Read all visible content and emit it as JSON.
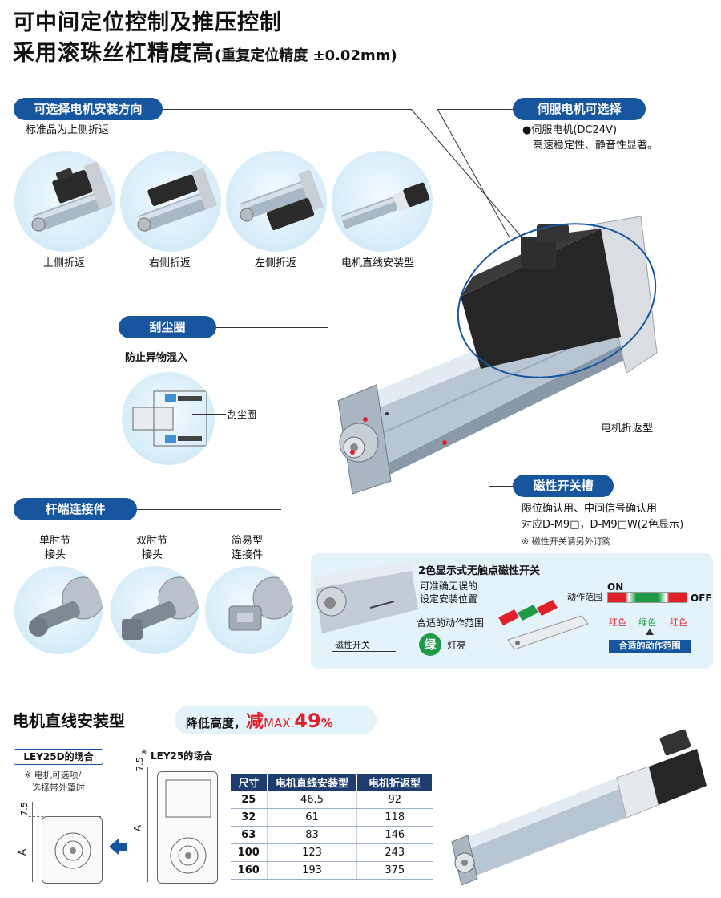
{
  "header": {
    "line1": "可中间定位控制及推压控制",
    "line2_main": "采用滚珠丝杠精度高",
    "line2_small": "(重复定位精度 ±0.02mm)"
  },
  "mounting": {
    "title": "可选择电机安装方向",
    "subtitle": "标准品为上侧折返",
    "options": [
      "上侧折返",
      "右侧折返",
      "左侧折返",
      "电机直线安装型"
    ]
  },
  "servo": {
    "title": "伺服电机可选择",
    "bullet": "●伺服电机(DC24V)",
    "desc": "高速稳定性、静音性显著。"
  },
  "wiper": {
    "title": "刮尘圈",
    "subtitle": "防止异物混入",
    "label": "刮尘圈"
  },
  "main_label": "电机折返型",
  "rod_end": {
    "title": "杆端连接件",
    "items": [
      {
        "line1": "单肘节",
        "line2": "接头"
      },
      {
        "line1": "双肘节",
        "line2": "接头"
      },
      {
        "line1": "简易型",
        "line2": "连接件"
      }
    ]
  },
  "slot": {
    "title": "磁性开关槽",
    "line1": "限位确认用、中间信号确认用",
    "line2": "对应D-M9□，D-M9□W(2色显示)",
    "note": "※ 磁性开关请另外订购"
  },
  "switch_panel": {
    "title": "2色显示式无触点磁性开关",
    "desc1": "可准确无误的",
    "desc2": "设定安装位置",
    "range_label": "合适的动作范围",
    "green_char": "绿",
    "lamp": "灯亮",
    "switch_label": "磁性开关",
    "action_range": "动作范围",
    "on": "ON",
    "off": "OFF",
    "red": "红色",
    "green": "绿色",
    "bottom_label": "合适的动作范围"
  },
  "inline": {
    "title": "电机直线安装型",
    "reduce_prefix": "降低高度，",
    "reduce_big": "减",
    "reduce_max": "MAX.",
    "reduce_num": "49",
    "reduce_pct": "%",
    "ley25d": "LEY25D的场合",
    "ley25d_note1": "※ 电机可选项/",
    "ley25d_note2": "选择带外罩时",
    "ley25": "LEY25的场合",
    "dim_75": "7.5",
    "dim_a": "A",
    "star": "※"
  },
  "table": {
    "headers": [
      "尺寸",
      "电机直线安装型",
      "电机折返型"
    ],
    "rows": [
      [
        "25",
        "46.5",
        "92"
      ],
      [
        "32",
        "61",
        "118"
      ],
      [
        "63",
        "83",
        "146"
      ],
      [
        "100",
        "123",
        "243"
      ],
      [
        "160",
        "193",
        "375"
      ]
    ]
  },
  "colors": {
    "pill": "#17569e",
    "accent_red": "#e0202a",
    "table_head": "#1f3c6e",
    "panel_bg": "#e4f2fa"
  }
}
